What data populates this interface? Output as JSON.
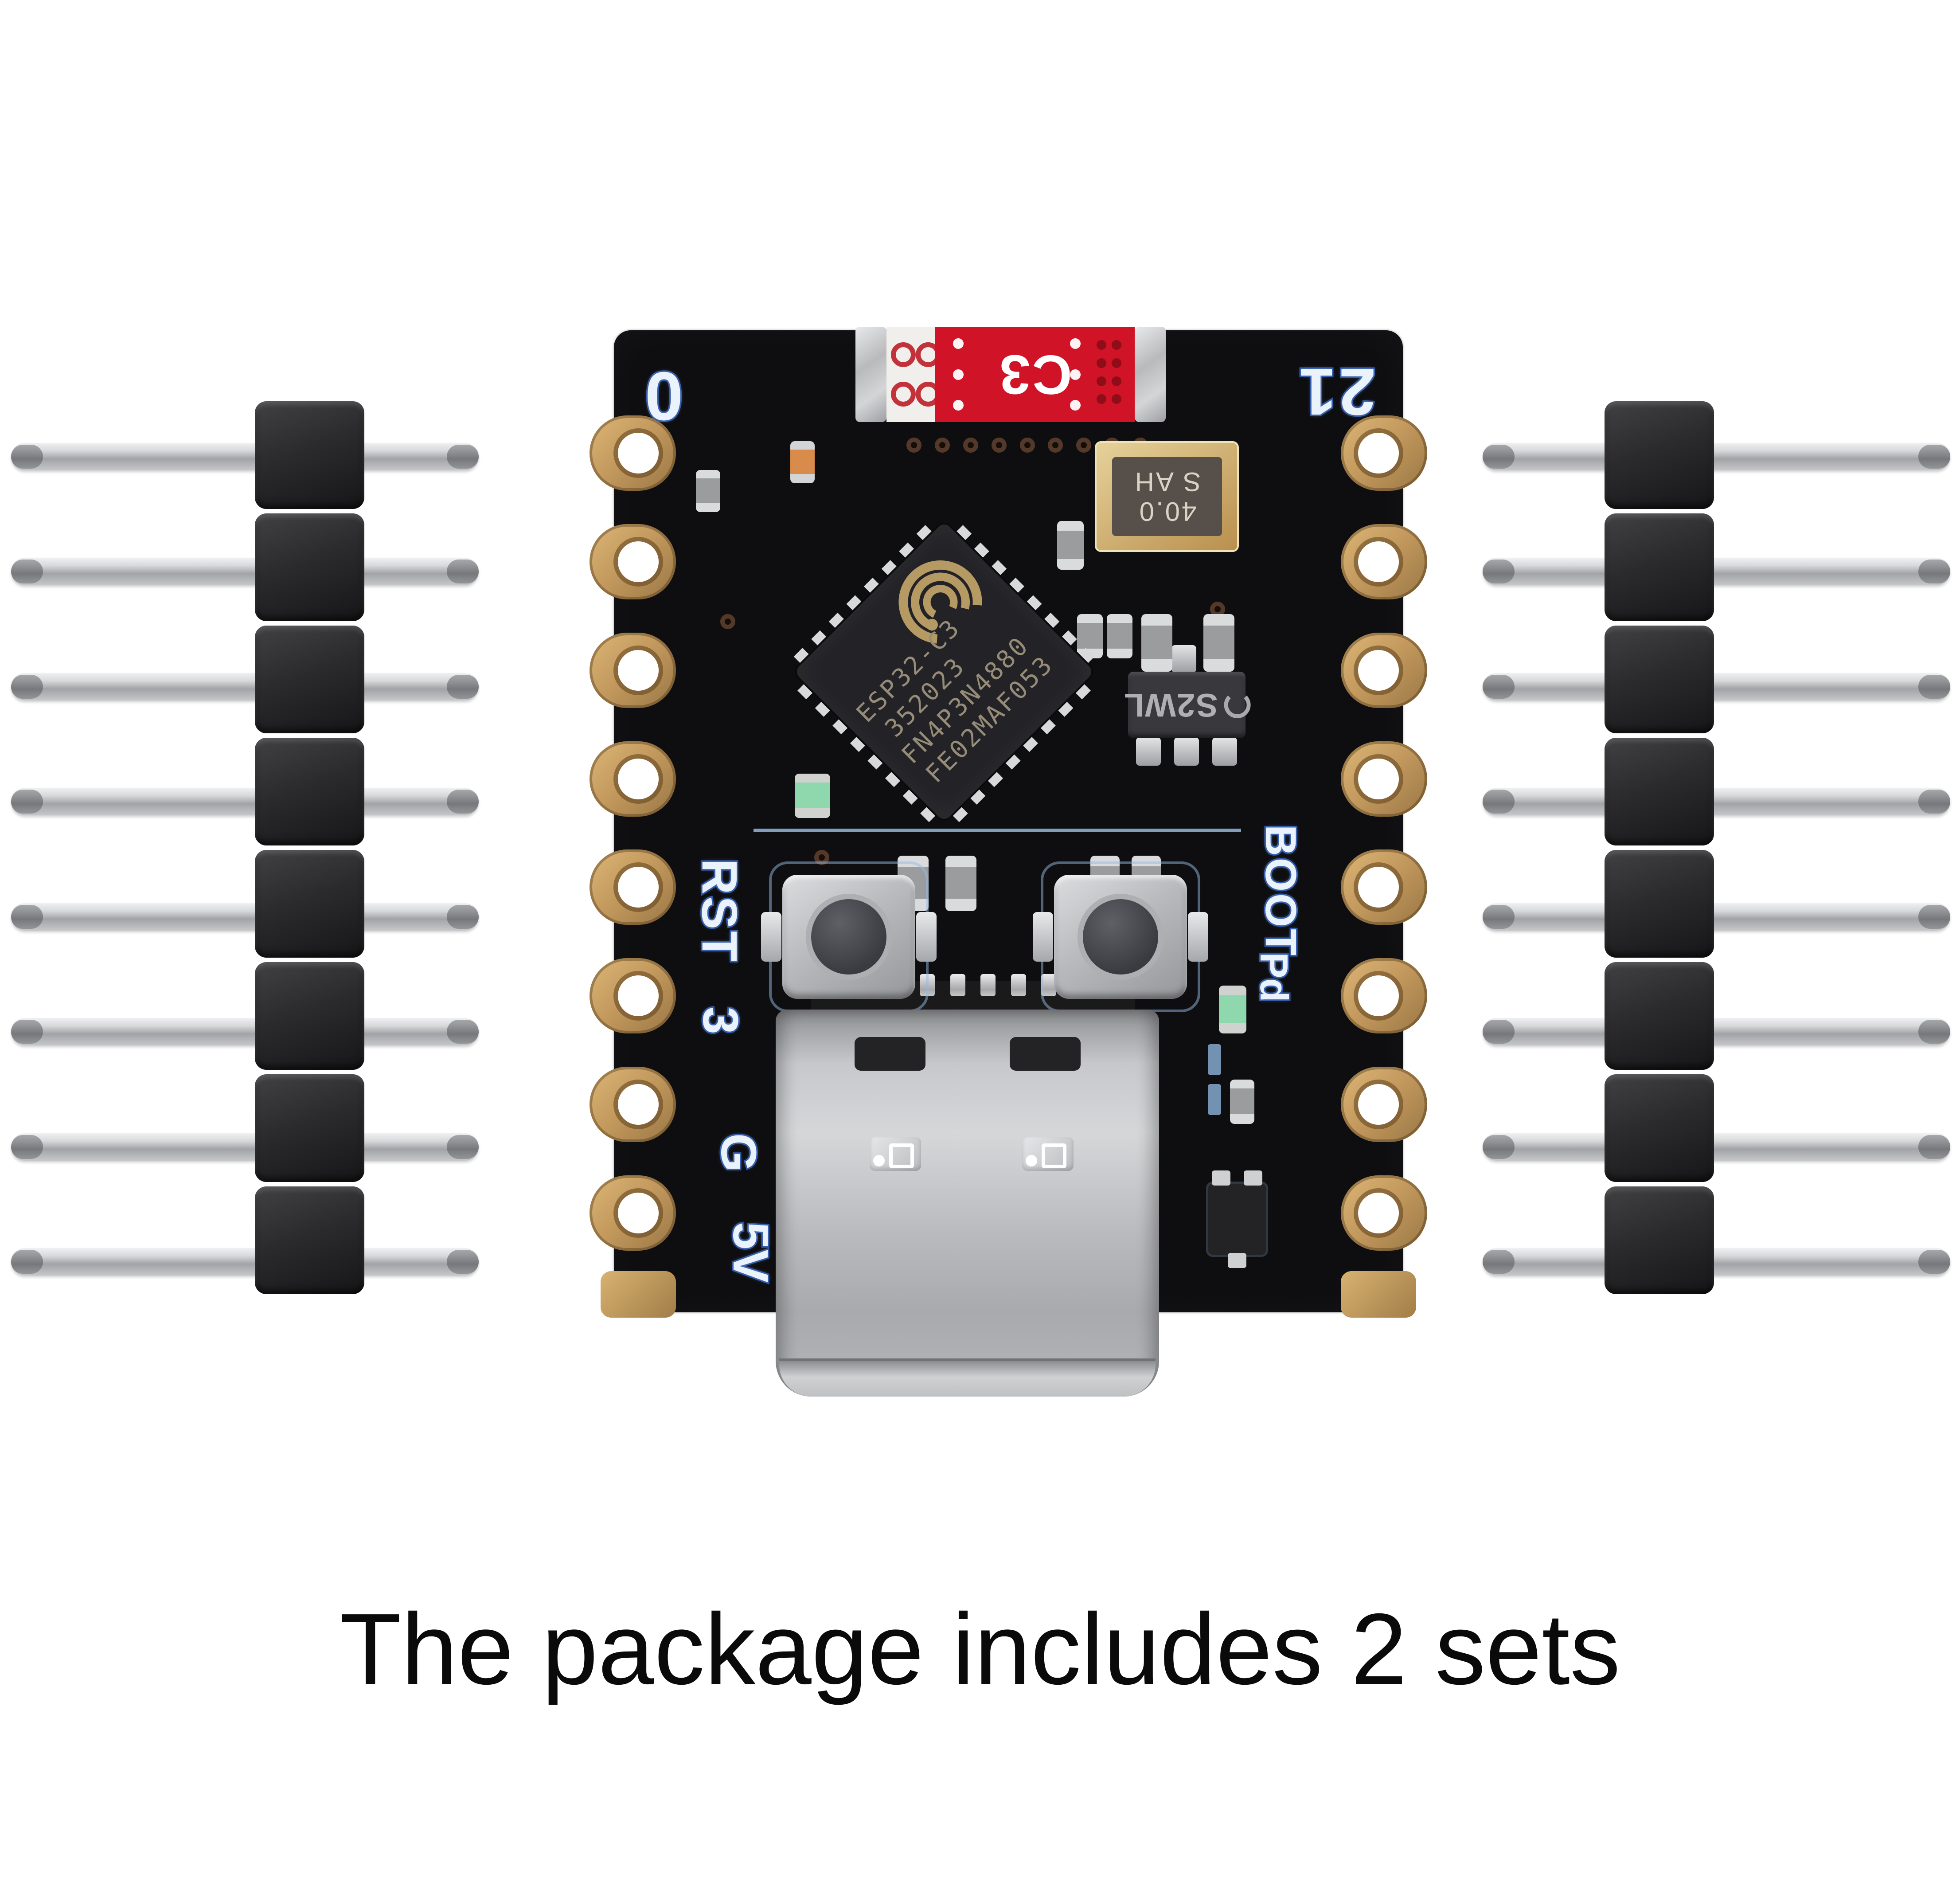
{
  "caption": "The package includes 2 sets",
  "board": {
    "silkscreen": {
      "top_left_pin": "0",
      "top_right_pin": "21",
      "reset_label": "RST",
      "pin_3": "3",
      "ground_pin": "G",
      "five_volt_pin": "5V",
      "boot_label": "BOOT",
      "boot_sub_label": "Pd"
    },
    "antenna_label": "C3",
    "chip": {
      "line1": "ESP32-C3",
      "line2": "352023",
      "line3": "FN4P3N4880",
      "line4": "FE02MAF053"
    },
    "crystal": {
      "line1": "40.0",
      "line2": "S AH"
    },
    "regulator_marking": "S2WL",
    "pads_per_side": 8,
    "via_row_count": 9
  },
  "headers": {
    "count": 2,
    "pins_per_header": 8
  },
  "usb": {
    "pin_count": 10
  },
  "colors": {
    "background": "#ffffff",
    "pcb": "#0e0e10",
    "gold": "#c49a5e",
    "red_component": "#d01326",
    "silkscreen": "#eaf2fc",
    "chip": "#232327",
    "chip_text": "#968c77",
    "caption_text": "#0a0a0a"
  }
}
